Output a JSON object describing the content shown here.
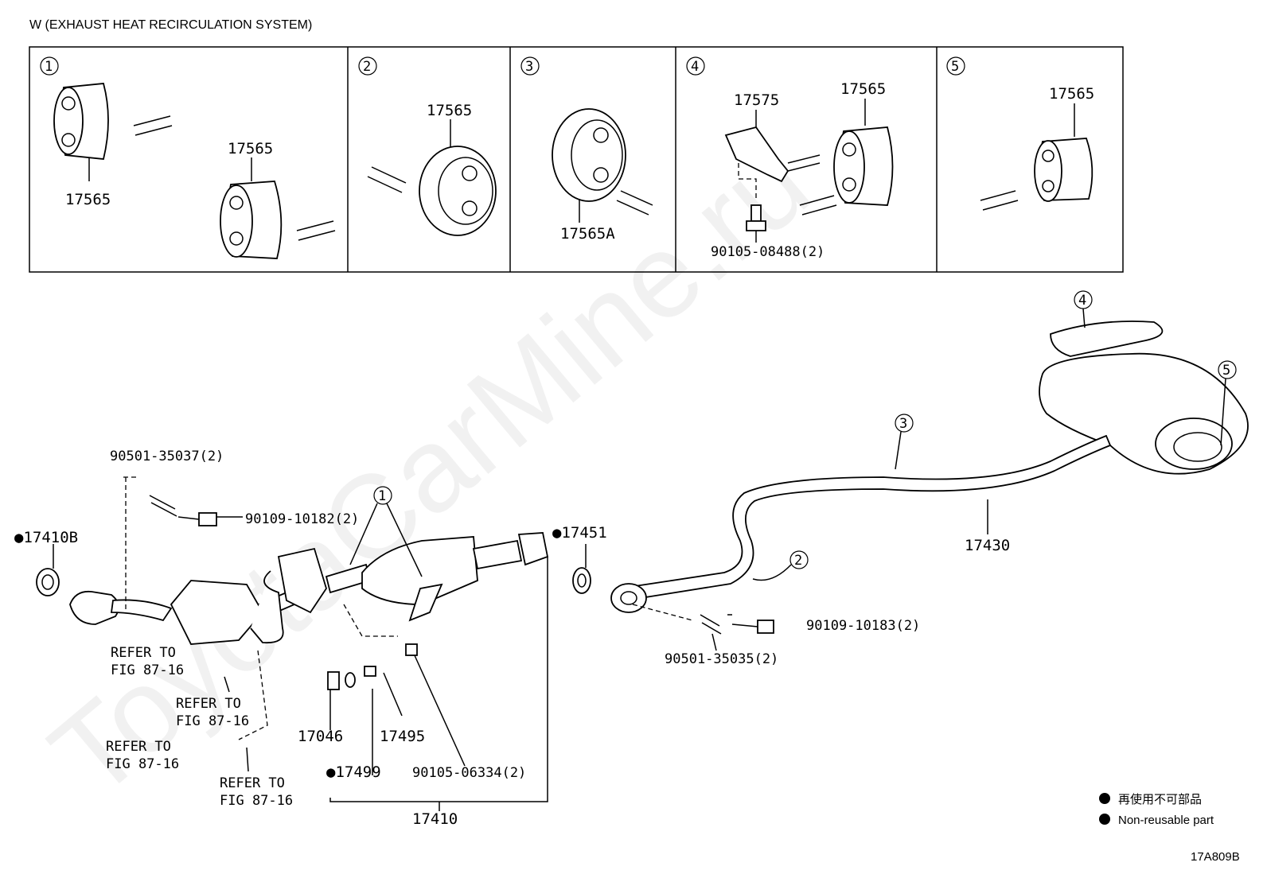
{
  "header": {
    "title": "W (EXHAUST HEAT RECIRCULATION SYSTEM)"
  },
  "panels": [
    {
      "num": "1",
      "labels": [
        "17565",
        "17565"
      ]
    },
    {
      "num": "2",
      "labels": [
        "17565"
      ]
    },
    {
      "num": "3",
      "labels": [
        "17565A"
      ]
    },
    {
      "num": "4",
      "labels": [
        "17575",
        "17565",
        "90105-08488(2)"
      ]
    },
    {
      "num": "5",
      "labels": [
        "17565"
      ]
    }
  ],
  "callouts": [
    "1",
    "2",
    "3",
    "4",
    "5"
  ],
  "parts": {
    "p17410B": "●17410B",
    "p17451": "●17451",
    "p90501_35037": "90501-35037(2)",
    "p90109_10182": "90109-10182(2)",
    "p17430": "17430",
    "p90109_10183": "90109-10183(2)",
    "p90501_35035": "90501-35035(2)",
    "p17046": "17046",
    "p17499": "●17499",
    "p17495": "17495",
    "p90105_06334": "90105-06334(2)",
    "p17410": "17410"
  },
  "refer": [
    [
      "REFER TO",
      "FIG 87-16"
    ],
    [
      "REFER TO",
      "FIG 87-16"
    ],
    [
      "REFER TO",
      "FIG 87-16"
    ],
    [
      "REFER TO",
      "FIG 87-16"
    ]
  ],
  "legend": {
    "jp": "再使用不可部品",
    "en": "Non-reusable part"
  },
  "footer": {
    "code": "17A809B"
  },
  "watermark": "ToyotaCarMine.ru"
}
